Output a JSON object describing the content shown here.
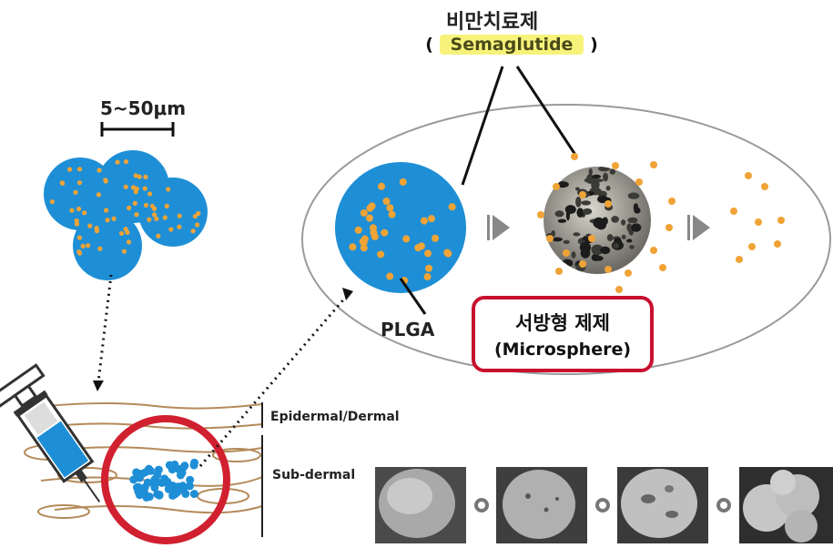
{
  "labels": {
    "drug_title": "비만치료제",
    "drug_name": "Semaglutide",
    "drug_open": "(",
    "drug_close": ")",
    "scale": "5~50μm",
    "plga": "PLGA",
    "sr_title": "서방형 제제",
    "sr_sub": "(Microsphere)",
    "epidermal": "Epidermal/Dermal",
    "subdermal": "Sub-dermal"
  },
  "colors": {
    "particle_blue": "#1e8fd6",
    "drug_dot": "#f0a336",
    "skin_line": "#b58a5a",
    "ring_red": "#d1202f",
    "highlight": "#f7f37a"
  }
}
